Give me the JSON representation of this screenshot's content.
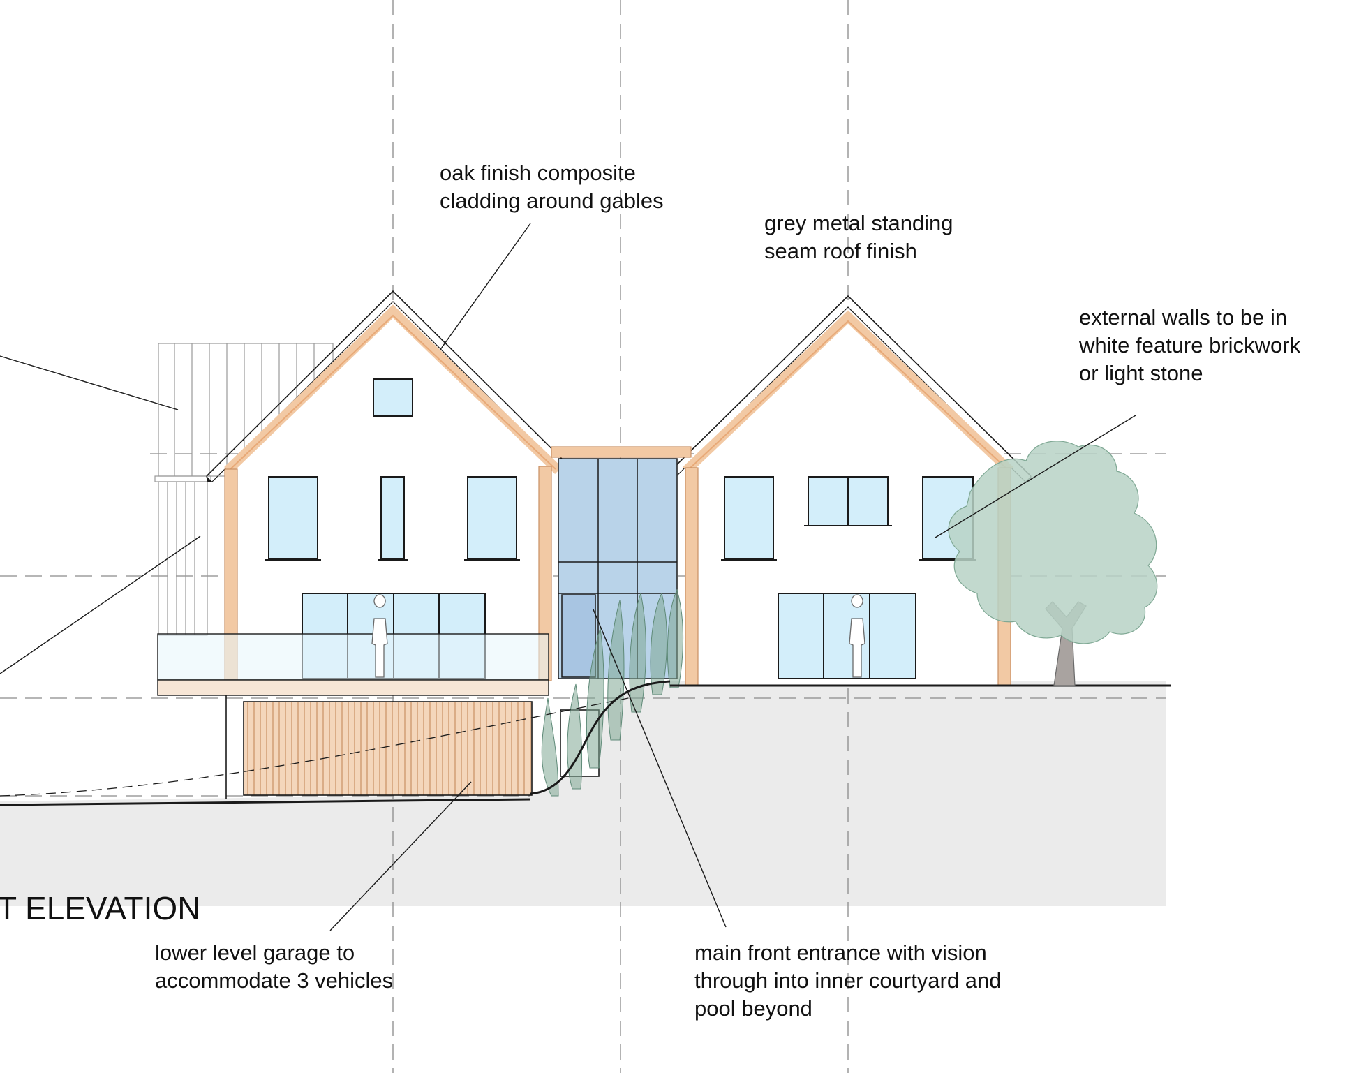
{
  "drawing": {
    "title": "T ELEVATION",
    "annotations": {
      "cladding": [
        "oak finish composite",
        "cladding around gables"
      ],
      "roof": [
        "grey metal standing",
        "seam roof finish"
      ],
      "walls": [
        "external walls to be in",
        "white feature brickwork",
        "or light stone"
      ],
      "garage": [
        "lower level garage to",
        "accommodate 3 vehicles"
      ],
      "entrance": [
        "main front entrance with vision",
        "through into inner courtyard and",
        "pool beyond"
      ]
    }
  },
  "colors": {
    "oak": "#f2c9a4",
    "oak_dark": "#e8a977",
    "glass": "#d3eefa",
    "glass_entrance": "#b9d3e9",
    "tree": "#b7d2c5",
    "tree_trunk": "#a9a3a0",
    "ground": "#ebebeb",
    "line": "#1a1a1a"
  }
}
